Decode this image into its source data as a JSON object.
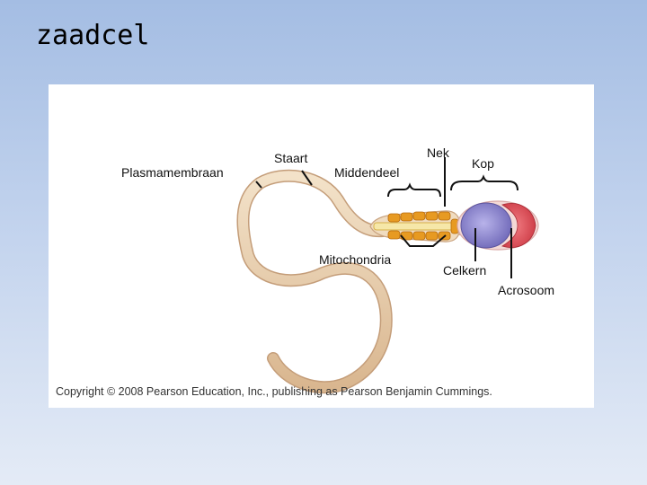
{
  "slide": {
    "title": "zaadcel"
  },
  "figure": {
    "labels": {
      "plasmamembraan": "Plasmamembraan",
      "staart": "Staart",
      "middendeel": "Middendeel",
      "nek": "Nek",
      "kop": "Kop",
      "mitochondria": "Mitochondria",
      "celkern": "Celkern",
      "acrosoom": "Acrosoom"
    },
    "copyright": "Copyright © 2008 Pearson Education, Inc., publishing as Pearson Benjamin Cummings.",
    "colors": {
      "tail": "#e8cfae",
      "tail_edge": "#c9a27e",
      "mitochondria": "#e79a22",
      "nucleus": "#8f8bd0",
      "acrosome": "#e0505a",
      "head_membrane": "#f4d9d6"
    }
  }
}
